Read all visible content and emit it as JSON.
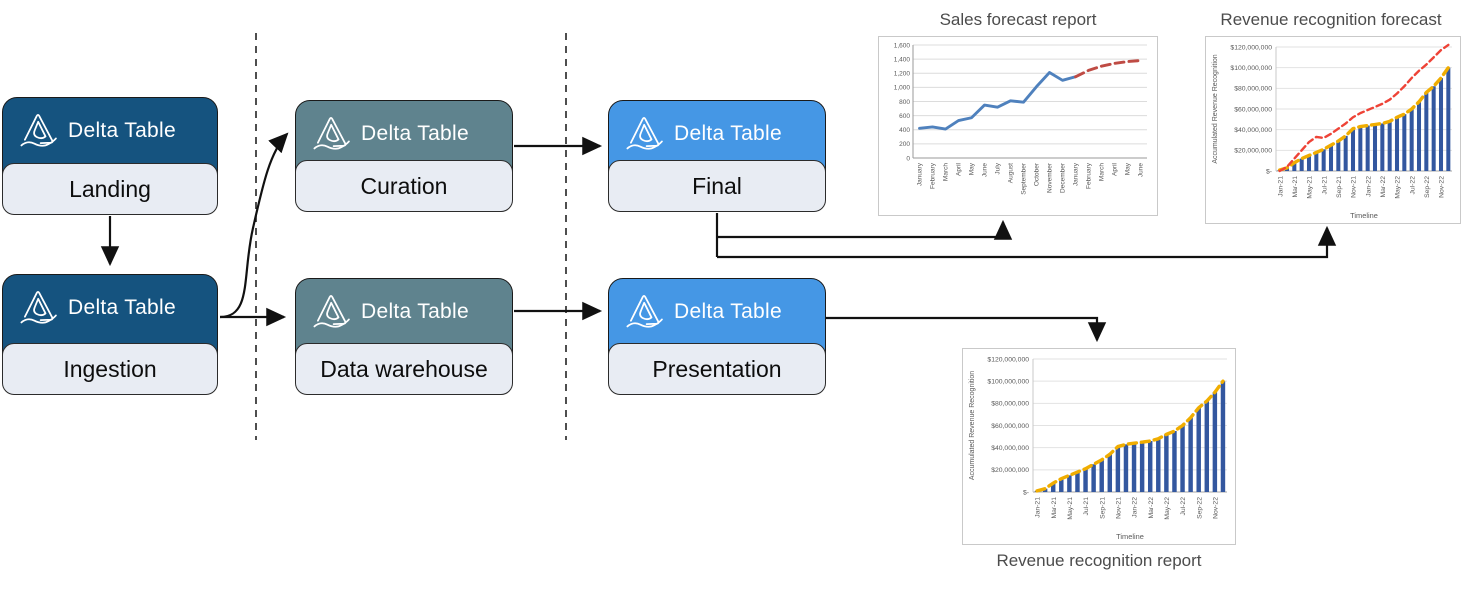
{
  "diagram": {
    "nodes": [
      {
        "product_label": "Delta Table",
        "stage_label": "Landing",
        "variant": "dark-blue"
      },
      {
        "product_label": "Delta Table",
        "stage_label": "Ingestion",
        "variant": "dark-blue"
      },
      {
        "product_label": "Delta Table",
        "stage_label": "Curation",
        "variant": "slate"
      },
      {
        "product_label": "Delta Table",
        "stage_label": "Data warehouse",
        "variant": "slate"
      },
      {
        "product_label": "Delta Table",
        "stage_label": "Final",
        "variant": "blue"
      },
      {
        "product_label": "Delta Table",
        "stage_label": "Presentation",
        "variant": "blue"
      }
    ],
    "colors": {
      "dark_blue_header": "#15537f",
      "slate_header": "#5f838e",
      "blue_header": "#4597e5",
      "stage_label_bg": "#e8ecf3",
      "connector": "#111111"
    }
  },
  "chart_data": [
    {
      "id": "sales-forecast",
      "type": "line",
      "title": "Sales forecast report",
      "x": [
        "January",
        "February",
        "March",
        "April",
        "May",
        "June",
        "July",
        "August",
        "September",
        "October",
        "November",
        "December",
        "January",
        "February",
        "March",
        "April",
        "May",
        "June"
      ],
      "ylim": [
        0,
        1600
      ],
      "ytick_labels": [
        "0",
        "200",
        "400",
        "600",
        "800",
        "1,000",
        "1,200",
        "1,400",
        "1,600"
      ],
      "grid": true,
      "legend": "none",
      "series": [
        {
          "name": "Actual sales",
          "style": "solid",
          "color": "#4f81bd",
          "values": [
            420,
            440,
            410,
            530,
            570,
            750,
            720,
            810,
            790,
            1010,
            1210,
            1100,
            1150,
            null,
            null,
            null,
            null,
            null
          ]
        },
        {
          "name": "Forecast",
          "style": "dashed",
          "color": "#bf4b44",
          "values": [
            null,
            null,
            null,
            null,
            null,
            null,
            null,
            null,
            null,
            null,
            null,
            null,
            1150,
            1240,
            1300,
            1340,
            1365,
            1380
          ]
        }
      ]
    },
    {
      "id": "revenue-recognition-forecast",
      "type": "combo",
      "title": "Revenue recognition forecast",
      "xlabel": "Timeline",
      "ylabel": "Accumulated Revenue Recognition",
      "categories": [
        "Jan-21",
        "Feb-21",
        "Mar-21",
        "Apr-21",
        "May-21",
        "Jun-21",
        "Jul-21",
        "Aug-21",
        "Sep-21",
        "Oct-21",
        "Nov-21",
        "Dec-21",
        "Jan-22",
        "Feb-22",
        "Mar-22",
        "Apr-22",
        "May-22",
        "Jun-22",
        "Jul-22",
        "Aug-22",
        "Sep-22",
        "Oct-22",
        "Nov-22",
        "Dec-22"
      ],
      "xtick_every": 2,
      "ylim_millions": [
        0,
        120
      ],
      "ytick_labels": [
        "$-",
        "$20,000,000",
        "$40,000,000",
        "$60,000,000",
        "$80,000,000",
        "$100,000,000",
        "$120,000,000"
      ],
      "grid": true,
      "legend": "none",
      "bars": {
        "name": "Accumulated revenue recognition",
        "color": "#33579f",
        "values_millions": [
          1,
          3,
          8,
          12,
          15,
          18,
          21,
          25,
          29,
          34,
          41,
          43,
          44,
          45,
          46,
          48,
          52,
          55,
          60,
          67,
          76,
          82,
          90,
          100
        ]
      },
      "lines": [
        {
          "name": "Recognized revenue (actual)",
          "style": "dashed",
          "color": "#f0ad00",
          "values_millions": [
            1,
            3,
            8,
            12,
            15,
            18,
            21,
            25,
            29,
            34,
            41,
            43,
            44,
            45,
            46,
            48,
            52,
            55,
            60,
            67,
            76,
            82,
            90,
            100
          ]
        },
        {
          "name": "Revenue forecast",
          "style": "dashed",
          "color": "#ee4337",
          "values_millions": [
            0,
            4,
            12,
            20,
            28,
            33,
            32,
            36,
            41,
            46,
            52,
            56,
            59,
            62,
            65,
            69,
            75,
            82,
            90,
            97,
            103,
            110,
            117,
            122
          ]
        }
      ]
    },
    {
      "id": "revenue-recognition-report",
      "type": "combo",
      "title": "Revenue recognition report",
      "xlabel": "Timeline",
      "ylabel": "Accumulated Revenue Recognition",
      "categories": [
        "Jan-21",
        "Feb-21",
        "Mar-21",
        "Apr-21",
        "May-21",
        "Jun-21",
        "Jul-21",
        "Aug-21",
        "Sep-21",
        "Oct-21",
        "Nov-21",
        "Dec-21",
        "Jan-22",
        "Feb-22",
        "Mar-22",
        "Apr-22",
        "May-22",
        "Jun-22",
        "Jul-22",
        "Aug-22",
        "Sep-22",
        "Oct-22",
        "Nov-22",
        "Dec-22"
      ],
      "xtick_every": 2,
      "ylim_millions": [
        0,
        120
      ],
      "ytick_labels": [
        "$-",
        "$20,000,000",
        "$40,000,000",
        "$60,000,000",
        "$80,000,000",
        "$100,000,000",
        "$120,000,000"
      ],
      "grid": true,
      "legend": "none",
      "bars": {
        "name": "Accumulated revenue recognition",
        "color": "#33579f",
        "values_millions": [
          1,
          3,
          8,
          12,
          15,
          18,
          21,
          25,
          29,
          34,
          41,
          43,
          44,
          45,
          46,
          48,
          52,
          55,
          60,
          67,
          76,
          82,
          90,
          100
        ]
      },
      "lines": [
        {
          "name": "Recognized revenue (actual)",
          "style": "dashed",
          "color": "#f0ad00",
          "values_millions": [
            1,
            3,
            8,
            12,
            15,
            18,
            21,
            25,
            29,
            34,
            41,
            43,
            44,
            45,
            46,
            48,
            52,
            55,
            60,
            67,
            76,
            82,
            90,
            100
          ]
        }
      ]
    }
  ]
}
